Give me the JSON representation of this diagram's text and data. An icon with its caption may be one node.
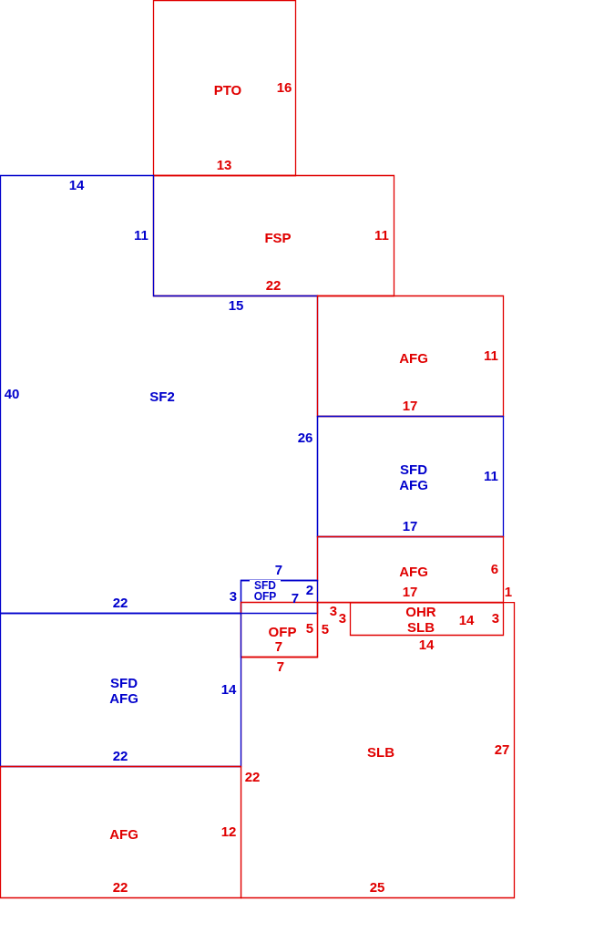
{
  "diagram": {
    "nodes": [
      {
        "text": [
          "PTO"
        ]
      },
      {
        "text": [
          "FSP"
        ]
      },
      {
        "text": [
          "SF2"
        ]
      },
      {
        "text": [
          "AFG"
        ]
      },
      {
        "text": [
          "SFD AFG"
        ]
      },
      {
        "text": [
          "AFG"
        ]
      },
      {
        "text": [
          "SFD OFP"
        ]
      },
      {
        "text": [
          "OFP"
        ]
      },
      {
        "text": [
          "SLB"
        ]
      },
      {
        "text": [
          "OHR SLB"
        ],
        "in": 8
      },
      {
        "text": [
          "SFD AFG"
        ]
      },
      {
        "text": [
          "AFG"
        ]
      }
    ],
    "edges": [],
    "labels": [
      "16",
      "13",
      "14",
      "11",
      "11",
      "22",
      "15",
      "11",
      "40",
      "17",
      "26",
      "11",
      "17",
      "7",
      "6",
      "7",
      "2",
      "17",
      "1",
      "3",
      "22",
      "3",
      "3",
      "14",
      "3",
      "5",
      "5",
      "7",
      "14",
      "7",
      "14",
      "22",
      "27",
      "22",
      "12",
      "22",
      "25"
    ]
  }
}
